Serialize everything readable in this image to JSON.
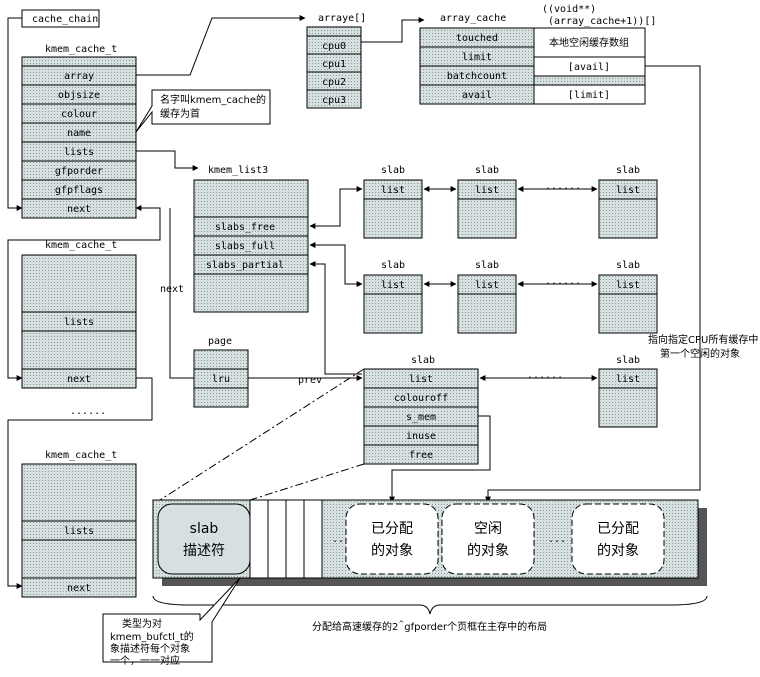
{
  "labels": {
    "cache_chain": "cache_chain",
    "kmem_cache_t": "kmem_cache_t",
    "arraye": "arraye[]",
    "array_cache": "array_cache",
    "void_cast_1": "((void**)",
    "void_cast_2": "(array_cache+1))[]",
    "kmem_list3": "kmem_list3",
    "slab": "slab",
    "page": "page",
    "next_side": "next",
    "prev": "prev",
    "dots": "......",
    "bottom_caption": "分配给高速缓存的2^gfporder个页框在主存中的布局",
    "cpu_pointer_note": "指向指定CPU所有缓存中第一个空闲的对象",
    "name_note": "名字叫kmem_cache的缓存为首",
    "bufctl_note": "类型为对kmem_bufctl_t的象描述符每个对象一个，一一对应"
  },
  "kmem_cache_fields": [
    "array",
    "objsize",
    "colour",
    "name",
    "lists",
    "gfporder",
    "gfpflags",
    "next"
  ],
  "kmem_cache_short": [
    "lists",
    "next"
  ],
  "cpus": [
    "cpu0",
    "cpu1",
    "cpu2",
    "cpu3"
  ],
  "array_cache_fields": [
    "touched",
    "limit",
    "batchcount",
    "avail"
  ],
  "array_cache_right": [
    "本地空闲缓存数组",
    "[avail]",
    "[limit]"
  ],
  "kmem_list3_fields": [
    "slabs_free",
    "slabs_full",
    "slabs_partial"
  ],
  "slab_list": "list",
  "page_field": "lru",
  "slab_detail_fields": [
    "list",
    "colouroff",
    "s_mem",
    "inuse",
    "free"
  ],
  "memory_layout": {
    "descriptor": [
      "slab",
      "描述符"
    ],
    "objects": [
      [
        "已分配",
        "的对象"
      ],
      [
        "空闲",
        "的对象"
      ],
      [
        "已分配",
        "的对象"
      ]
    ],
    "ellipsis": "..."
  }
}
